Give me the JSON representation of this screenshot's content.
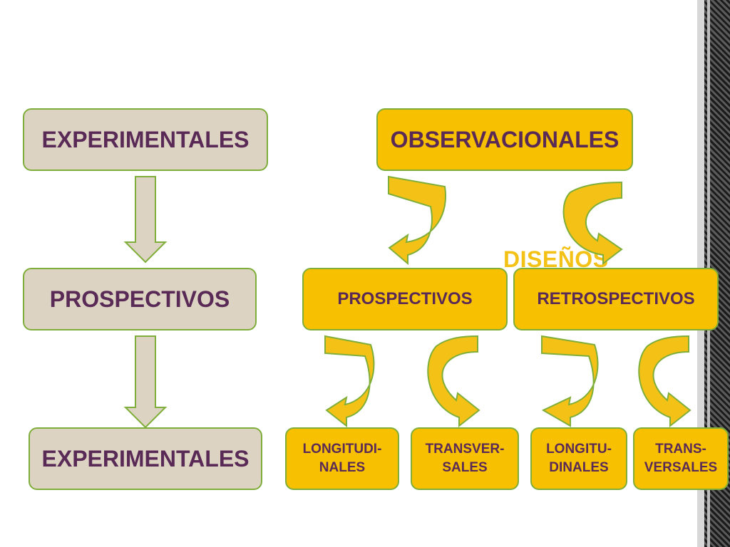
{
  "diagram": {
    "watermark": "DISEÑOS",
    "left_column": {
      "top": "EXPERIMENTALES",
      "middle": "PROSPECTIVOS",
      "bottom": "EXPERIMENTALES"
    },
    "right_tree": {
      "root": "OBSERVACIONALES",
      "branches": [
        {
          "label": "PROSPECTIVOS",
          "children": [
            "LONGITUDI-\nNALES",
            "TRANSVER-\nSALES"
          ]
        },
        {
          "label": "RETROSPECTIVOS",
          "children": [
            "LONGITU-\nDINALES",
            "TRANS-\nVERSALES"
          ]
        }
      ]
    },
    "colors": {
      "beige_fill": "#ddd3c3",
      "gold_fill": "#f7c000",
      "border_green": "#7fae3a",
      "text_purple": "#5a2a57",
      "arrow_gold": "#f4c216"
    }
  }
}
